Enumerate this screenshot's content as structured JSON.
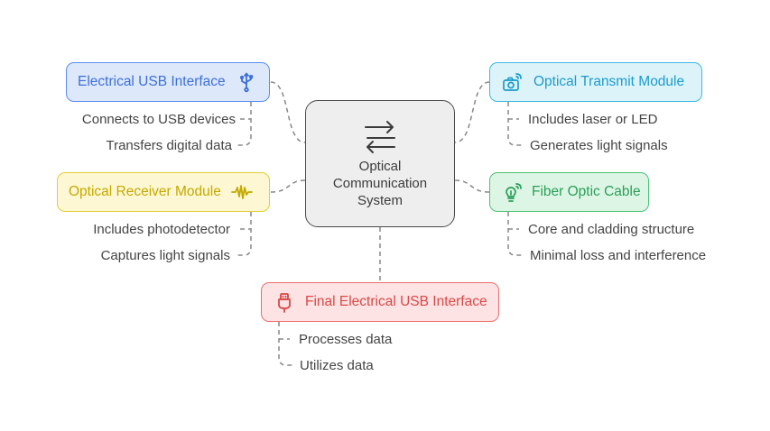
{
  "diagram": {
    "center": {
      "title": "Optical Communication System",
      "icon": "arrows-exchange-icon"
    },
    "nodes": {
      "usb": {
        "label": "Electrical USB Interface",
        "icon": "usb-icon",
        "color": "#3d6fd8",
        "details": [
          "Connects to USB devices",
          "Transfers digital data"
        ]
      },
      "transmit": {
        "label": "Optical Transmit Module",
        "icon": "camera-signal-icon",
        "color": "#1a9ccc",
        "details": [
          "Includes laser or LED",
          "Generates light signals"
        ]
      },
      "receiver": {
        "label": "Optical Receiver Module",
        "icon": "waveform-icon",
        "color": "#c5a800",
        "details": [
          "Includes photodetector",
          "Captures light signals"
        ]
      },
      "fiber": {
        "label": "Fiber Optic Cable",
        "icon": "lightbulb-signal-icon",
        "color": "#2a9f58",
        "details": [
          "Core and cladding structure",
          "Minimal loss and interference"
        ]
      },
      "final": {
        "label": "Final Electrical USB Interface",
        "icon": "usb-plug-icon",
        "color": "#d94848",
        "details": [
          "Processes data",
          "Utilizes data"
        ]
      }
    }
  }
}
